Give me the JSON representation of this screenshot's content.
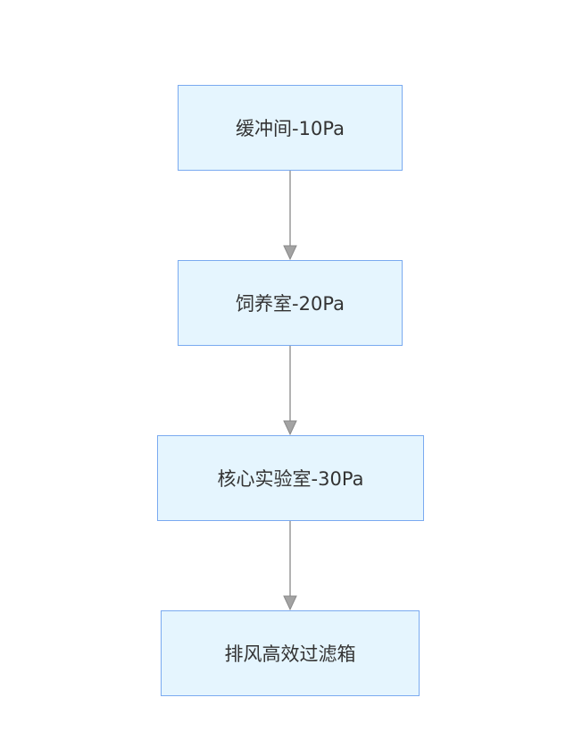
{
  "diagram": {
    "type": "flowchart",
    "direction": "top-to-bottom",
    "colors": {
      "node_fill": "#e5f5fe",
      "node_border": "#7aaaf0",
      "edge": "#999999",
      "text": "#333333"
    },
    "nodes": [
      {
        "id": "n1",
        "label": "缓冲间-10Pa"
      },
      {
        "id": "n2",
        "label": "饲养室-20Pa"
      },
      {
        "id": "n3",
        "label": "核心实验室-30Pa"
      },
      {
        "id": "n4",
        "label": "排风高效过滤箱"
      }
    ],
    "edges": [
      {
        "from": "n1",
        "to": "n2"
      },
      {
        "from": "n2",
        "to": "n3"
      },
      {
        "from": "n3",
        "to": "n4"
      }
    ]
  }
}
